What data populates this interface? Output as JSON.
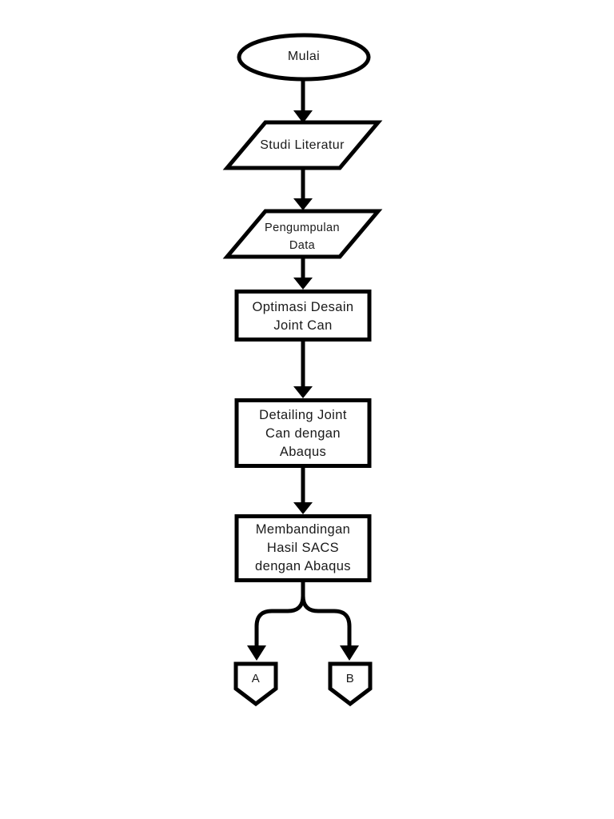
{
  "diagram": {
    "type": "flowchart",
    "background_color": "#ffffff",
    "stroke_color": "#000000",
    "node_fill_color": "#ffffff",
    "text_color": "#1a1a1a",
    "nodes": [
      {
        "id": "start",
        "shape": "terminator-ellipse",
        "label": "Mulai"
      },
      {
        "id": "studi-literatur",
        "shape": "parallelogram-io",
        "label": "Studi Literatur"
      },
      {
        "id": "pengumpulan-data",
        "shape": "parallelogram-io",
        "label": "Pengumpulan\nData"
      },
      {
        "id": "optimasi-desain",
        "shape": "process-rectangle",
        "label": "Optimasi Desain\nJoint Can"
      },
      {
        "id": "detailing",
        "shape": "process-rectangle",
        "label": "Detailing Joint\nCan dengan\nAbaqus"
      },
      {
        "id": "membandingan",
        "shape": "process-rectangle",
        "label": "Membandingan\nHasil SACS\ndengan Abaqus"
      },
      {
        "id": "connector-a",
        "shape": "off-page-connector",
        "label": "A"
      },
      {
        "id": "connector-b",
        "shape": "off-page-connector",
        "label": "B"
      }
    ],
    "edges": [
      {
        "from": "start",
        "to": "studi-literatur"
      },
      {
        "from": "studi-literatur",
        "to": "pengumpulan-data"
      },
      {
        "from": "pengumpulan-data",
        "to": "optimasi-desain"
      },
      {
        "from": "optimasi-desain",
        "to": "detailing"
      },
      {
        "from": "detailing",
        "to": "membandingan"
      },
      {
        "from": "membandingan",
        "to": "connector-a"
      },
      {
        "from": "membandingan",
        "to": "connector-b"
      }
    ]
  }
}
